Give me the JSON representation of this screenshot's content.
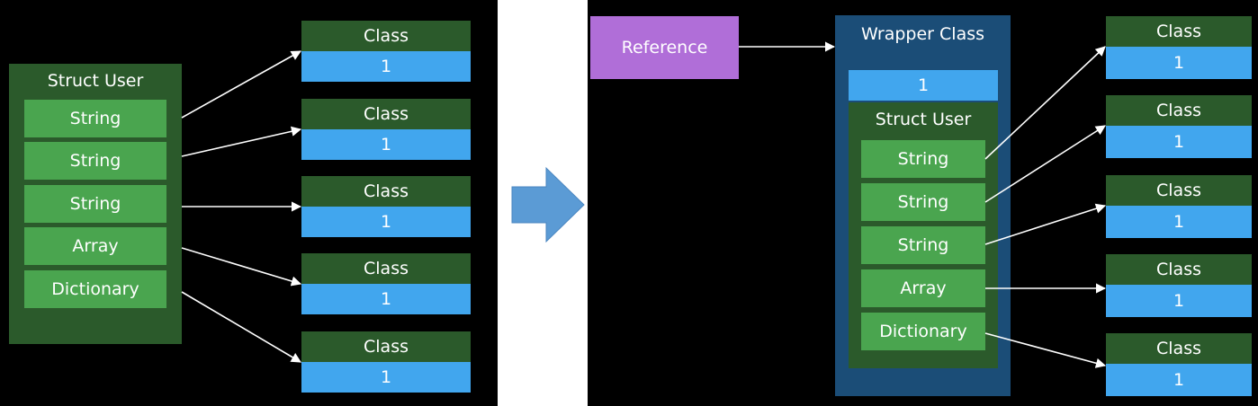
{
  "left": {
    "struct_title": "Struct User",
    "fields": [
      "String",
      "String",
      "String",
      "Array",
      "Dictionary"
    ],
    "classes": [
      {
        "label": "Class",
        "count": "1"
      },
      {
        "label": "Class",
        "count": "1"
      },
      {
        "label": "Class",
        "count": "1"
      },
      {
        "label": "Class",
        "count": "1"
      },
      {
        "label": "Class",
        "count": "1"
      }
    ]
  },
  "right": {
    "reference_label": "Reference",
    "wrapper_title": "Wrapper Class",
    "wrapper_count": "1",
    "struct_title": "Struct User",
    "fields": [
      "String",
      "String",
      "String",
      "Array",
      "Dictionary"
    ],
    "classes": [
      {
        "label": "Class",
        "count": "1"
      },
      {
        "label": "Class",
        "count": "1"
      },
      {
        "label": "Class",
        "count": "1"
      },
      {
        "label": "Class",
        "count": "1"
      },
      {
        "label": "Class",
        "count": "1"
      }
    ]
  },
  "colors": {
    "background": "#000000",
    "struct": "#2b5a2b",
    "field": "#4aa54f",
    "class_count": "#41a6ee",
    "wrapper": "#1b4d77",
    "reference": "#b06ed8",
    "transition_arrow": "#5b9bd5"
  }
}
